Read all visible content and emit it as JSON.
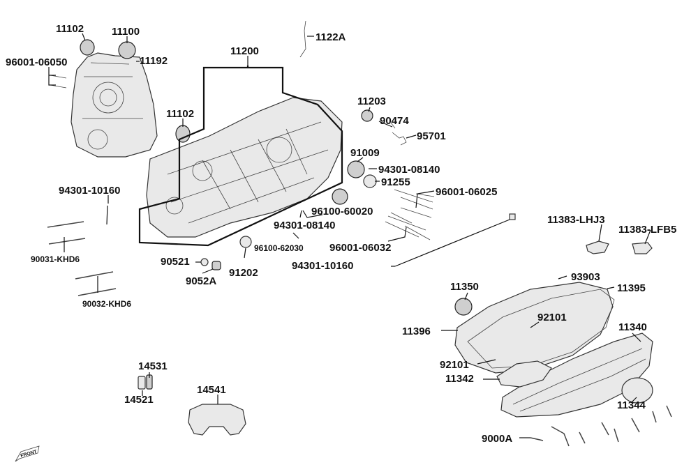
{
  "callouts": [
    {
      "id": "11102a",
      "text": "11102"
    },
    {
      "id": "11100",
      "text": "11100"
    },
    {
      "id": "96001-06050",
      "text": "96001-06050"
    },
    {
      "id": "11192",
      "text": "11192"
    },
    {
      "id": "11102b",
      "text": "11102"
    },
    {
      "id": "11200",
      "text": "11200"
    },
    {
      "id": "1122A",
      "text": "1122A"
    },
    {
      "id": "11203",
      "text": "11203"
    },
    {
      "id": "90474",
      "text": "90474"
    },
    {
      "id": "95701",
      "text": "95701"
    },
    {
      "id": "91009",
      "text": "91009"
    },
    {
      "id": "94301-08140a",
      "text": "94301-08140"
    },
    {
      "id": "91255",
      "text": "91255"
    },
    {
      "id": "96001-06025",
      "text": "96001-06025"
    },
    {
      "id": "94301-10160a",
      "text": "94301-10160"
    },
    {
      "id": "96100-60020",
      "text": "96100-60020"
    },
    {
      "id": "94301-08140b",
      "text": "94301-08140"
    },
    {
      "id": "96100-62030",
      "text": "96100-62030"
    },
    {
      "id": "96001-06032",
      "text": "96001-06032"
    },
    {
      "id": "94301-10160b",
      "text": "94301-10160"
    },
    {
      "id": "90031-KHD6",
      "text": "90031-KHD6"
    },
    {
      "id": "90521",
      "text": "90521"
    },
    {
      "id": "9052A",
      "text": "9052A"
    },
    {
      "id": "91202",
      "text": "91202"
    },
    {
      "id": "90032-KHD6",
      "text": "90032-KHD6"
    },
    {
      "id": "11383-LHJ3",
      "text": "11383-LHJ3"
    },
    {
      "id": "11383-LFB5",
      "text": "11383-LFB5"
    },
    {
      "id": "11350",
      "text": "11350"
    },
    {
      "id": "93903",
      "text": "93903"
    },
    {
      "id": "11395",
      "text": "11395"
    },
    {
      "id": "11396",
      "text": "11396"
    },
    {
      "id": "92101a",
      "text": "92101"
    },
    {
      "id": "11340",
      "text": "11340"
    },
    {
      "id": "92101b",
      "text": "92101"
    },
    {
      "id": "11342",
      "text": "11342"
    },
    {
      "id": "11344",
      "text": "11344"
    },
    {
      "id": "14531",
      "text": "14531"
    },
    {
      "id": "14521",
      "text": "14521"
    },
    {
      "id": "14541",
      "text": "14541"
    },
    {
      "id": "9000A",
      "text": "9000A"
    }
  ],
  "front_marker": "FRONT",
  "colors": {
    "line": "#111111",
    "part_fill": "#e9e9e9",
    "part_dark": "#cfcfcf"
  }
}
